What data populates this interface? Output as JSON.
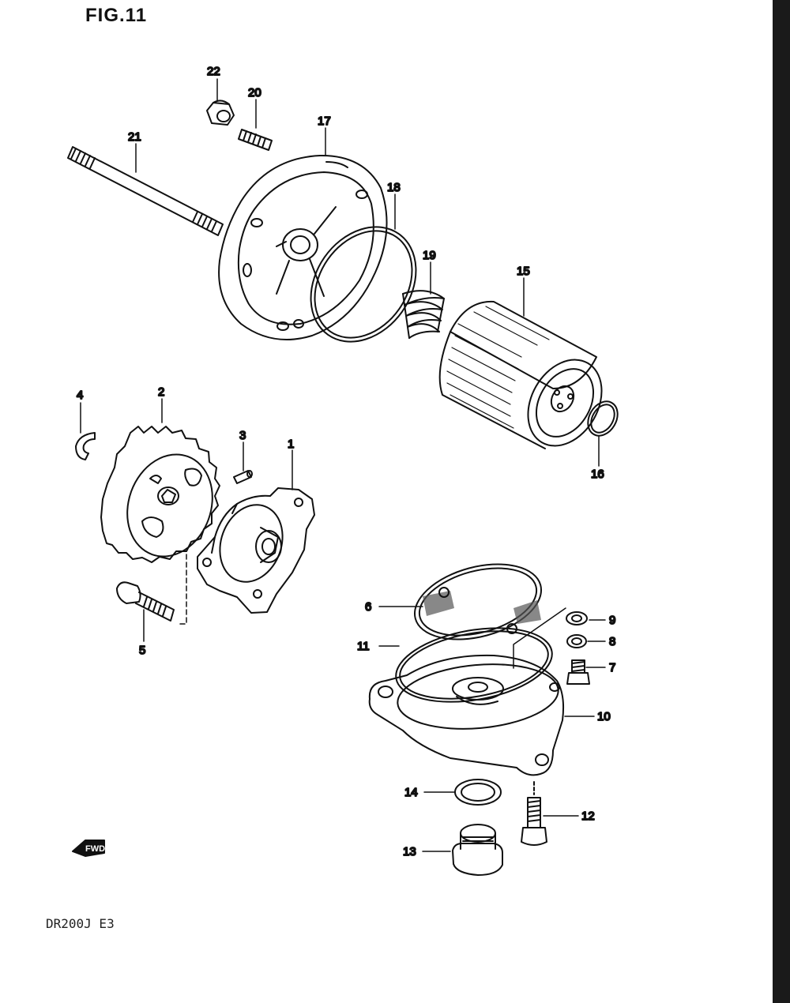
{
  "figure": {
    "title": "FIG.11",
    "model_code": "DR200J E3"
  },
  "direction_badge": "FWD",
  "parts": [
    {
      "id": "1",
      "label": "1"
    },
    {
      "id": "2",
      "label": "2"
    },
    {
      "id": "3",
      "label": "3"
    },
    {
      "id": "4",
      "label": "4"
    },
    {
      "id": "5",
      "label": "5"
    },
    {
      "id": "6",
      "label": "6"
    },
    {
      "id": "7",
      "label": "7"
    },
    {
      "id": "8",
      "label": "8"
    },
    {
      "id": "9",
      "label": "9"
    },
    {
      "id": "10",
      "label": "10"
    },
    {
      "id": "11",
      "label": "11"
    },
    {
      "id": "12",
      "label": "12"
    },
    {
      "id": "13",
      "label": "13"
    },
    {
      "id": "14",
      "label": "14"
    },
    {
      "id": "15",
      "label": "15"
    },
    {
      "id": "16",
      "label": "16"
    },
    {
      "id": "17",
      "label": "17"
    },
    {
      "id": "18",
      "label": "18"
    },
    {
      "id": "19",
      "label": "19"
    },
    {
      "id": "20",
      "label": "20"
    },
    {
      "id": "21",
      "label": "21"
    },
    {
      "id": "22",
      "label": "22"
    }
  ]
}
